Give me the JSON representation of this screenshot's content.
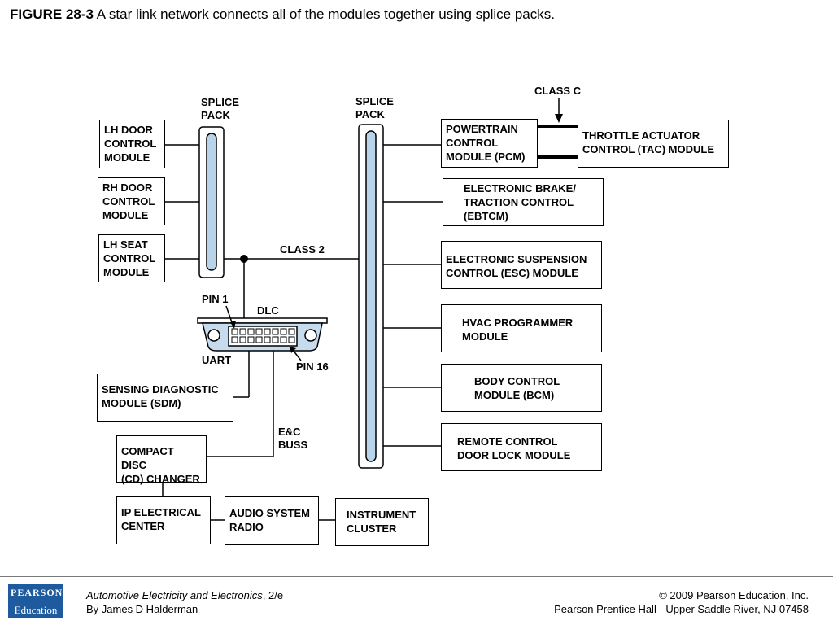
{
  "caption": {
    "figure_number": "FIGURE 28-3",
    "text": " A star link network connects all of the modules together using splice packs."
  },
  "labels": {
    "splice_pack_left": "SPLICE\nPACK",
    "splice_pack_right": "SPLICE\nPACK",
    "class_c": "CLASS C",
    "class_2": "CLASS 2",
    "pin_1": "PIN 1",
    "dlc": "DLC",
    "uart": "UART",
    "pin_16": "PIN 16",
    "ec_buss": "E&C\nBUSS"
  },
  "modules": {
    "lh_door": "LH DOOR\nCONTROL\nMODULE",
    "rh_door": "RH DOOR\nCONTROL\nMODULE",
    "lh_seat": "LH SEAT\nCONTROL\nMODULE",
    "sdm": "SENSING DIAGNOSTIC\nMODULE (SDM)",
    "cd_changer": "COMPACT DISC\n(CD) CHANGER",
    "ip_center": "IP ELECTRICAL\nCENTER",
    "audio": "AUDIO SYSTEM\nRADIO",
    "instrument": "INSTRUMENT\nCLUSTER",
    "pcm": "POWERTRAIN\nCONTROL\nMODULE (PCM)",
    "tac": "THROTTLE ACTUATOR\nCONTROL (TAC) MODULE",
    "ebtcm": "ELECTRONIC BRAKE/\nTRACTION CONTROL\n(EBTCM)",
    "esc": "ELECTRONIC SUSPENSION\nCONTROL (ESC) MODULE",
    "hvac": "HVAC PROGRAMMER\nMODULE",
    "bcm": "BODY CONTROL\nMODULE (BCM)",
    "remote": "REMOTE CONTROL\n DOOR LOCK MODULE"
  },
  "footer": {
    "book_title": "Automotive Electricity and Electronics",
    "edition": ", 2/e",
    "author": "By James D Halderman",
    "copyright": "© 2009 Pearson Education, Inc.",
    "publisher": "Pearson Prentice Hall - Upper Saddle River, NJ 07458",
    "logo_top": "PEARSON",
    "logo_bottom": "Education"
  },
  "colors": {
    "splice_fill": "#b9d3e8",
    "logo_bg": "#1e5a9e",
    "connector_fill": "#c6dcee"
  }
}
